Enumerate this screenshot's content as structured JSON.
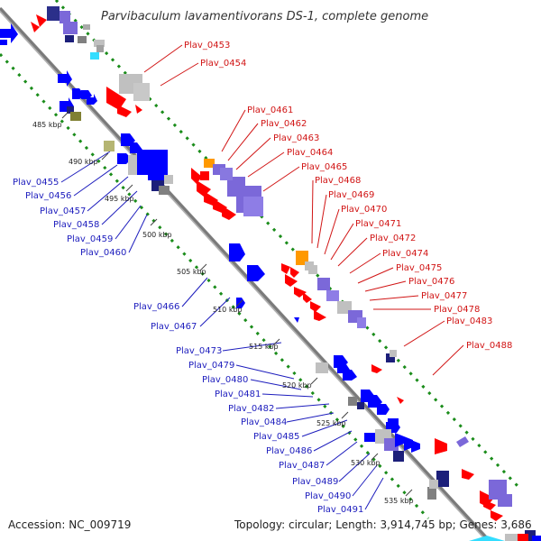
{
  "title": "Parvibaculum lavamentivorans DS-1, complete genome",
  "footer": {
    "accession": "Accession: NC_009719",
    "topology": "Topology: circular; Length: 3,914,745 bp; Genes: 3,686"
  },
  "kbp_ticks": [
    "485 kbp",
    "490 kbp",
    "495 kbp",
    "500 kbp",
    "505 kbp",
    "510 kbp",
    "515 kbp",
    "520 kbp",
    "525 kbp",
    "530 kbp",
    "535 kbp"
  ],
  "left_labels": [
    "Plav_0455",
    "Plav_0456",
    "Plav_0457",
    "Plav_0458",
    "Plav_0459",
    "Plav_0460",
    "Plav_0466",
    "Plav_0467",
    "Plav_0473",
    "Plav_0479",
    "Plav_0480",
    "Plav_0481",
    "Plav_0482",
    "Plav_0484",
    "Plav_0485",
    "Plav_0486",
    "Plav_0487",
    "Plav_0489",
    "Plav_0490",
    "Plav_0491"
  ],
  "right_labels": [
    "Plav_0453",
    "Plav_0454",
    "Plav_0461",
    "Plav_0462",
    "Plav_0463",
    "Plav_0464",
    "Plav_0465",
    "Plav_0468",
    "Plav_0469",
    "Plav_0470",
    "Plav_0471",
    "Plav_0472",
    "Plav_0474",
    "Plav_0475",
    "Plav_0476",
    "Plav_0477",
    "Plav_0478",
    "Plav_0483",
    "Plav_0488"
  ],
  "colors": {
    "forward_gene": "#ff0000",
    "reverse_gene": "#0000ff",
    "rna_gene": "#c0c0c0",
    "feature_purple": "#7b68d9",
    "feature_dark": "#1c1f7a",
    "feature_orange": "#ff9900",
    "feature_olive": "#808033",
    "feature_khaki": "#b5b572",
    "feature_cyan": "#33ddff",
    "backbone": "#808080",
    "gc_dots": "#1a8c1a",
    "label_left": "#1d1dbd",
    "label_right": "#d11515"
  }
}
